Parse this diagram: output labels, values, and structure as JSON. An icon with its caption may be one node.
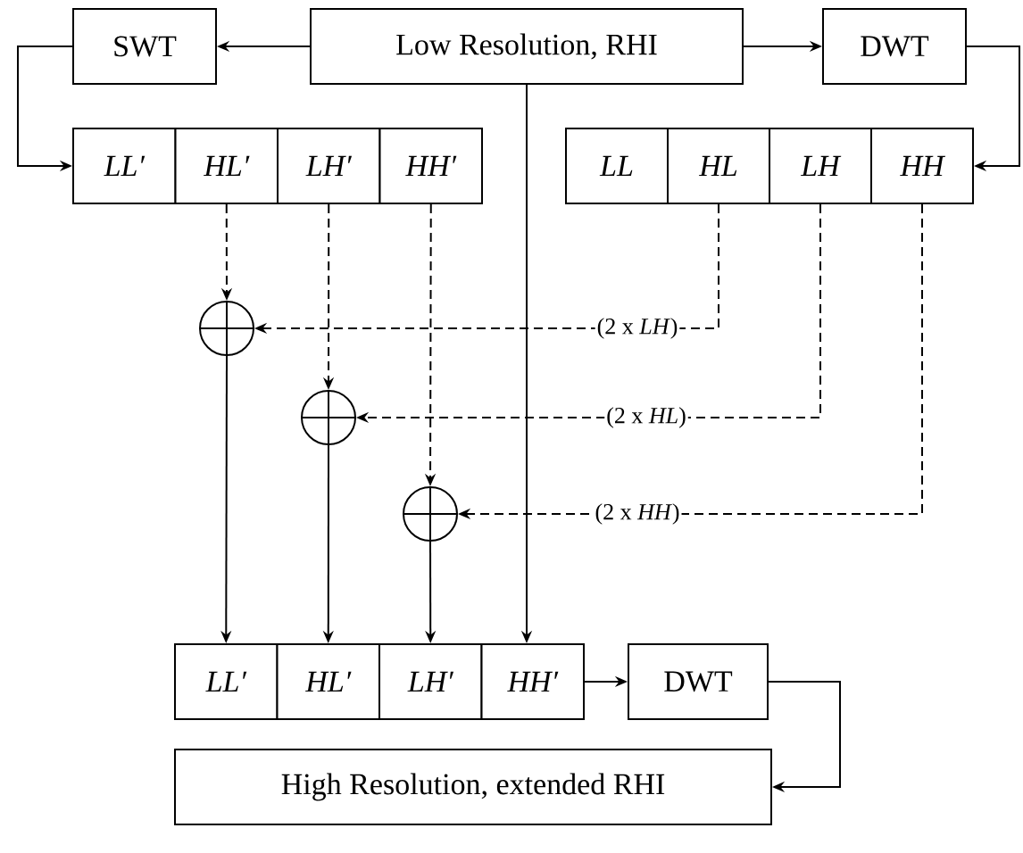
{
  "diagram": {
    "nodes": [
      {
        "text": [
          "SWT"
        ]
      },
      {
        "text": [
          "Low Resolution, RHI"
        ]
      },
      {
        "text": [
          "DWT"
        ]
      },
      {
        "text": [
          "LL′"
        ]
      },
      {
        "text": [
          "HL′"
        ]
      },
      {
        "text": [
          "LH′"
        ]
      },
      {
        "text": [
          "HH′"
        ]
      },
      {
        "text": [
          "LL"
        ]
      },
      {
        "text": [
          "HL"
        ]
      },
      {
        "text": [
          "LH"
        ]
      },
      {
        "text": [
          "HH"
        ]
      },
      {
        "text": [],
        "shape": "circle"
      },
      {
        "text": [],
        "shape": "circle"
      },
      {
        "text": [],
        "shape": "circle"
      },
      {
        "text": [
          "LL′"
        ]
      },
      {
        "text": [
          "HL′"
        ]
      },
      {
        "text": [
          "LH′"
        ]
      },
      {
        "text": [
          "HH′"
        ]
      },
      {
        "text": [
          "DWT"
        ]
      },
      {
        "text": [
          "High Resolution, extended RHI"
        ]
      }
    ],
    "edges": [
      {
        "from": 1,
        "to": 0,
        "arrow": "to"
      },
      {
        "from": 1,
        "to": 2,
        "arrow": "to"
      },
      {
        "from": 0,
        "to": 3,
        "arrow": "to"
      },
      {
        "from": 2,
        "to": 10,
        "arrow": "to"
      },
      {
        "from": 4,
        "to": 11,
        "arrow": "to",
        "style": "dashed"
      },
      {
        "from": 5,
        "to": 12,
        "arrow": "to",
        "style": "dashed"
      },
      {
        "from": 6,
        "to": 13,
        "arrow": "to",
        "style": "dashed"
      },
      {
        "from": 8,
        "to": 11,
        "arrow": "to",
        "style": "dashed",
        "label": "(2 x *LH*)"
      },
      {
        "from": 9,
        "to": 12,
        "arrow": "to",
        "style": "dashed",
        "label": "(2 x *HL*)"
      },
      {
        "from": 10,
        "to": 13,
        "arrow": "to",
        "style": "dashed",
        "label": "(2 x *HH*)"
      },
      {
        "from": 11,
        "to": 14,
        "arrow": "to"
      },
      {
        "from": 12,
        "to": 15,
        "arrow": "to"
      },
      {
        "from": 13,
        "to": 16,
        "arrow": "to"
      },
      {
        "from": 1,
        "to": 17,
        "arrow": "to"
      },
      {
        "from": 17,
        "to": 18,
        "arrow": "to"
      },
      {
        "from": 18,
        "to": 19,
        "arrow": "to"
      }
    ]
  }
}
